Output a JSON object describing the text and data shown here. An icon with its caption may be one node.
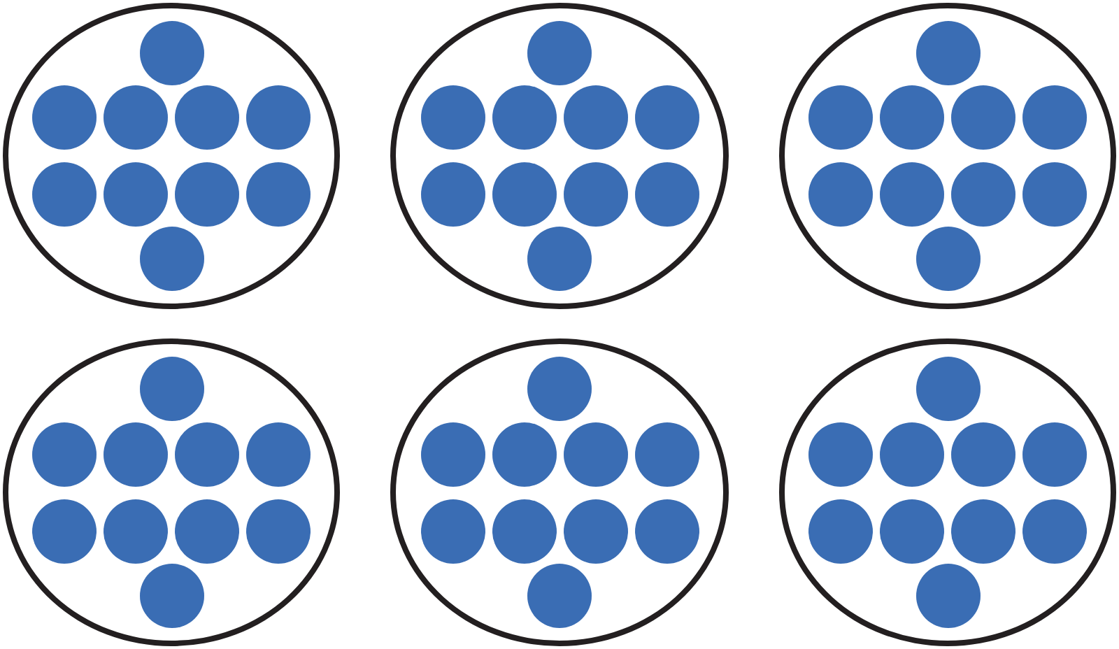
{
  "diagram": {
    "nodes": [
      {
        "text": [],
        "shape": "ellipse"
      },
      {
        "text": [],
        "shape": "circle",
        "in": 0
      },
      {
        "text": [],
        "shape": "circle",
        "in": 0
      },
      {
        "text": [],
        "shape": "circle",
        "in": 0
      },
      {
        "text": [],
        "shape": "circle",
        "in": 0
      },
      {
        "text": [],
        "shape": "circle",
        "in": 0
      },
      {
        "text": [],
        "shape": "circle",
        "in": 0
      },
      {
        "text": [],
        "shape": "circle",
        "in": 0
      },
      {
        "text": [],
        "shape": "circle",
        "in": 0
      },
      {
        "text": [],
        "shape": "circle",
        "in": 0
      },
      {
        "text": [],
        "shape": "circle",
        "in": 0
      },
      {
        "text": [],
        "shape": "ellipse"
      },
      {
        "text": [],
        "shape": "circle",
        "in": 11
      },
      {
        "text": [],
        "shape": "circle",
        "in": 11
      },
      {
        "text": [],
        "shape": "circle",
        "in": 11
      },
      {
        "text": [],
        "shape": "circle",
        "in": 11
      },
      {
        "text": [],
        "shape": "circle",
        "in": 11
      },
      {
        "text": [],
        "shape": "circle",
        "in": 11
      },
      {
        "text": [],
        "shape": "circle",
        "in": 11
      },
      {
        "text": [],
        "shape": "circle",
        "in": 11
      },
      {
        "text": [],
        "shape": "circle",
        "in": 11
      },
      {
        "text": [],
        "shape": "circle",
        "in": 11
      },
      {
        "text": [],
        "shape": "ellipse"
      },
      {
        "text": [],
        "shape": "circle",
        "in": 22
      },
      {
        "text": [],
        "shape": "circle",
        "in": 22
      },
      {
        "text": [],
        "shape": "circle",
        "in": 22
      },
      {
        "text": [],
        "shape": "circle",
        "in": 22
      },
      {
        "text": [],
        "shape": "circle",
        "in": 22
      },
      {
        "text": [],
        "shape": "circle",
        "in": 22
      },
      {
        "text": [],
        "shape": "circle",
        "in": 22
      },
      {
        "text": [],
        "shape": "circle",
        "in": 22
      },
      {
        "text": [],
        "shape": "circle",
        "in": 22
      },
      {
        "text": [],
        "shape": "circle",
        "in": 22
      },
      {
        "text": [],
        "shape": "ellipse"
      },
      {
        "text": [],
        "shape": "circle",
        "in": 33
      },
      {
        "text": [],
        "shape": "circle",
        "in": 33
      },
      {
        "text": [],
        "shape": "circle",
        "in": 33
      },
      {
        "text": [],
        "shape": "circle",
        "in": 33
      },
      {
        "text": [],
        "shape": "circle",
        "in": 33
      },
      {
        "text": [],
        "shape": "circle",
        "in": 33
      },
      {
        "text": [],
        "shape": "circle",
        "in": 33
      },
      {
        "text": [],
        "shape": "circle",
        "in": 33
      },
      {
        "text": [],
        "shape": "circle",
        "in": 33
      },
      {
        "text": [],
        "shape": "circle",
        "in": 33
      },
      {
        "text": [],
        "shape": "ellipse"
      },
      {
        "text": [],
        "shape": "circle",
        "in": 44
      },
      {
        "text": [],
        "shape": "circle",
        "in": 44
      },
      {
        "text": [],
        "shape": "circle",
        "in": 44
      },
      {
        "text": [],
        "shape": "circle",
        "in": 44
      },
      {
        "text": [],
        "shape": "circle",
        "in": 44
      },
      {
        "text": [],
        "shape": "circle",
        "in": 44
      },
      {
        "text": [],
        "shape": "circle",
        "in": 44
      },
      {
        "text": [],
        "shape": "circle",
        "in": 44
      },
      {
        "text": [],
        "shape": "circle",
        "in": 44
      },
      {
        "text": [],
        "shape": "circle",
        "in": 44
      },
      {
        "text": [],
        "shape": "ellipse"
      },
      {
        "text": [],
        "shape": "circle",
        "in": 55
      },
      {
        "text": [],
        "shape": "circle",
        "in": 55
      },
      {
        "text": [],
        "shape": "circle",
        "in": 55
      },
      {
        "text": [],
        "shape": "circle",
        "in": 55
      },
      {
        "text": [],
        "shape": "circle",
        "in": 55
      },
      {
        "text": [],
        "shape": "circle",
        "in": 55
      },
      {
        "text": [],
        "shape": "circle",
        "in": 55
      },
      {
        "text": [],
        "shape": "circle",
        "in": 55
      },
      {
        "text": [],
        "shape": "circle",
        "in": 55
      },
      {
        "text": [],
        "shape": "circle",
        "in": 55
      }
    ]
  }
}
